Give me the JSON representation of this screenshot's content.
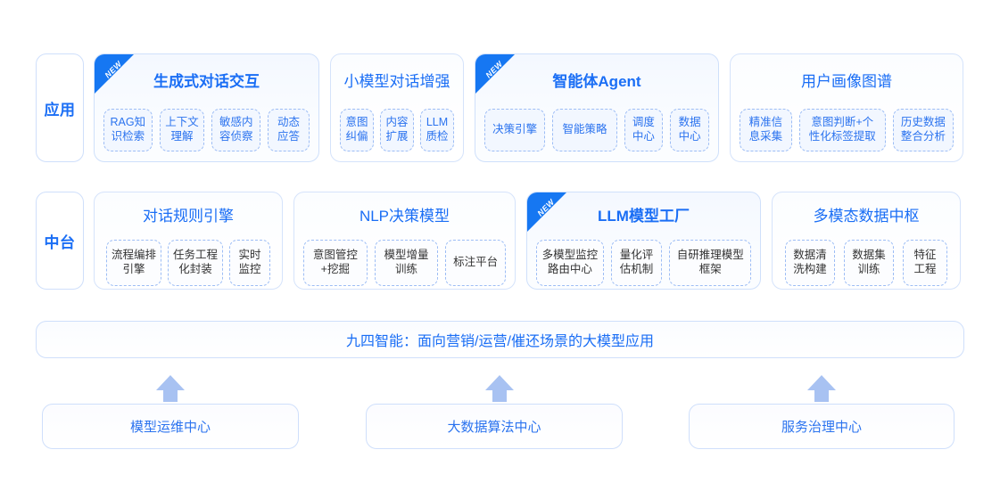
{
  "diagram": {
    "background_color": "#ffffff",
    "accent_color": "#1a6ef5",
    "badge_color": "#1677f2",
    "arrow_color": "#a8c2f2"
  },
  "tiers": [
    {
      "label": "应用",
      "cards": [
        {
          "title": "生成式对话交互",
          "badge": "NEW",
          "emphasis": "bold",
          "chips": [
            "RAG知\n识检索",
            "上下文\n理解",
            "敏感内\n容侦察",
            "动态\n应答"
          ]
        },
        {
          "title": "小模型对话增强",
          "badge": "",
          "emphasis": "light",
          "chips": [
            "意图\n纠偏",
            "内容\n扩展",
            "LLM\n质检"
          ]
        },
        {
          "title": "智能体Agent",
          "badge": "NEW",
          "emphasis": "bold",
          "chips": [
            "决策引擎",
            "智能策略",
            "调度\n中心",
            "数据\n中心"
          ]
        },
        {
          "title": "用户画像图谱",
          "badge": "",
          "emphasis": "light",
          "chips": [
            "精准信\n息采集",
            "意图判断+个\n性化标签提取",
            "历史数据\n整合分析"
          ]
        }
      ]
    },
    {
      "label": "中台",
      "cards": [
        {
          "title": "对话规则引擎",
          "badge": "",
          "emphasis": "light",
          "chips": [
            "流程编排\n引擎",
            "任务工程\n化封装",
            "实时\n监控"
          ]
        },
        {
          "title": "NLP决策模型",
          "badge": "",
          "emphasis": "light",
          "chips": [
            "意图管控\n+挖掘",
            "模型增量\n训练",
            "标注平台"
          ]
        },
        {
          "title": "LLM模型工厂",
          "badge": "NEW",
          "emphasis": "bold",
          "chips": [
            "多模型监控\n路由中心",
            "量化评\n估机制",
            "自研推理模型\n框架"
          ]
        },
        {
          "title": "多模态数据中枢",
          "badge": "",
          "emphasis": "light",
          "chips": [
            "数据清\n洗构建",
            "数据集\n训练",
            "特征\n工程"
          ]
        }
      ]
    }
  ],
  "banner": {
    "text": "九四智能：面向营销/运营/催还场景的大模型应用"
  },
  "foundation": {
    "arrow_icon": "arrow-up-icon",
    "boxes": [
      {
        "label": "模型运维中心"
      },
      {
        "label": "大数据算法中心"
      },
      {
        "label": "服务治理中心"
      }
    ]
  }
}
